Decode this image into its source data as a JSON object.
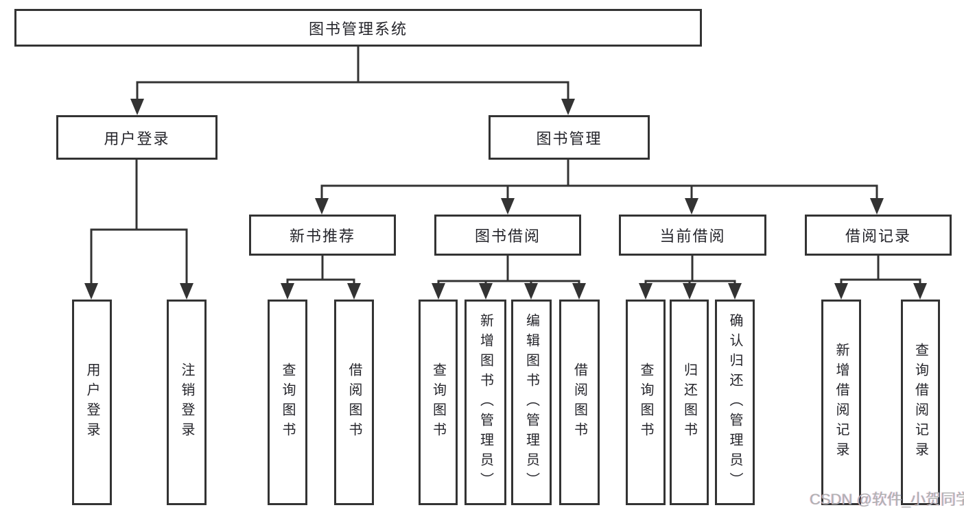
{
  "diagram_type": "hierarchy-tree",
  "tree": {
    "label": "图书管理系统",
    "children": [
      {
        "label": "用户登录",
        "children": [
          {
            "label": "用户登录"
          },
          {
            "label": "注销登录"
          }
        ]
      },
      {
        "label": "图书管理",
        "children": [
          {
            "label": "新书推荐",
            "children": [
              {
                "label": "查询图书"
              },
              {
                "label": "借阅图书"
              }
            ]
          },
          {
            "label": "图书借阅",
            "children": [
              {
                "label": "查询图书"
              },
              {
                "label": "新增图书（管理员）"
              },
              {
                "label": "编辑图书（管理员）"
              },
              {
                "label": "借阅图书"
              }
            ]
          },
          {
            "label": "当前借阅",
            "children": [
              {
                "label": "查询图书"
              },
              {
                "label": "归还图书"
              },
              {
                "label": "确认归还（管理员）"
              }
            ]
          },
          {
            "label": "借阅记录",
            "children": [
              {
                "label": "新增借阅记录"
              },
              {
                "label": "查询借阅记录"
              }
            ]
          }
        ]
      }
    ]
  },
  "watermark": {
    "text": "CSDN @软件_小贺同学"
  },
  "colors": {
    "line": "#333333",
    "text": "#25252b",
    "watermark": "#b0b0b0",
    "background": "#ffffff"
  }
}
